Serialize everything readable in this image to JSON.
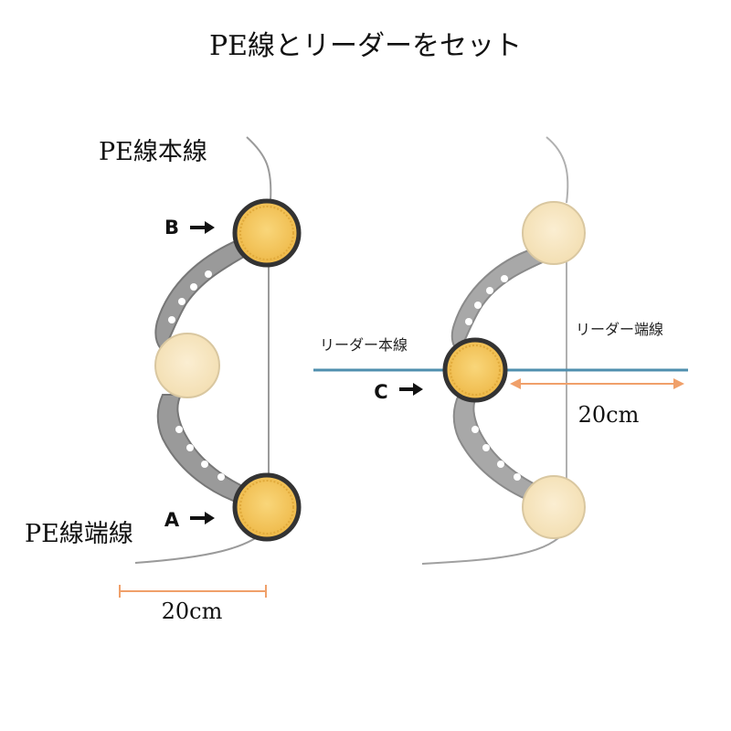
{
  "title": "PE線とリーダーをセット",
  "left_panel": {
    "main_line_label": "PE線本線",
    "end_line_label": "PE線端線",
    "marker_b": "B",
    "marker_a": "A",
    "measure_label": "20cm"
  },
  "right_panel": {
    "leader_main_label": "リーダー本線",
    "leader_end_label": "リーダー端線",
    "marker_c": "C",
    "measure_label": "20cm"
  },
  "colors": {
    "ring_active": "#f2c75c",
    "ring_faded": "#f6e6c2",
    "ring_border": "#333333",
    "tool_gray": "#8f8f8f",
    "line_gray": "#9a9a9a",
    "leader_blue": "#4f8fae",
    "measure_orange": "#f0a06a"
  }
}
